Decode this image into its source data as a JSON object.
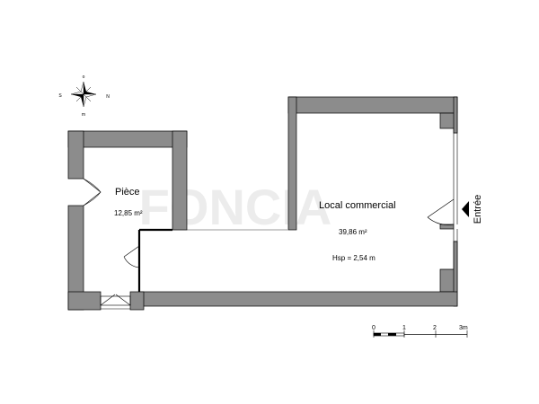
{
  "rooms": {
    "piece": {
      "name": "Pièce",
      "area": "12,85 m²"
    },
    "local": {
      "name": "Local commercial",
      "area": "39,86 m²",
      "height": "Hsp = 2,54 m"
    }
  },
  "entry_label": "Entrée",
  "compass": {
    "north": "N",
    "south": "S",
    "east": "m",
    "west": "o"
  },
  "scale": {
    "ticks": [
      "0",
      "1",
      "2",
      "3m"
    ]
  },
  "colors": {
    "wall_fill": "#8c8c8c",
    "wall_stroke": "#000000",
    "divider": "#000000",
    "watermark": "#e6e6e6"
  },
  "watermark_text": "FONCIA"
}
